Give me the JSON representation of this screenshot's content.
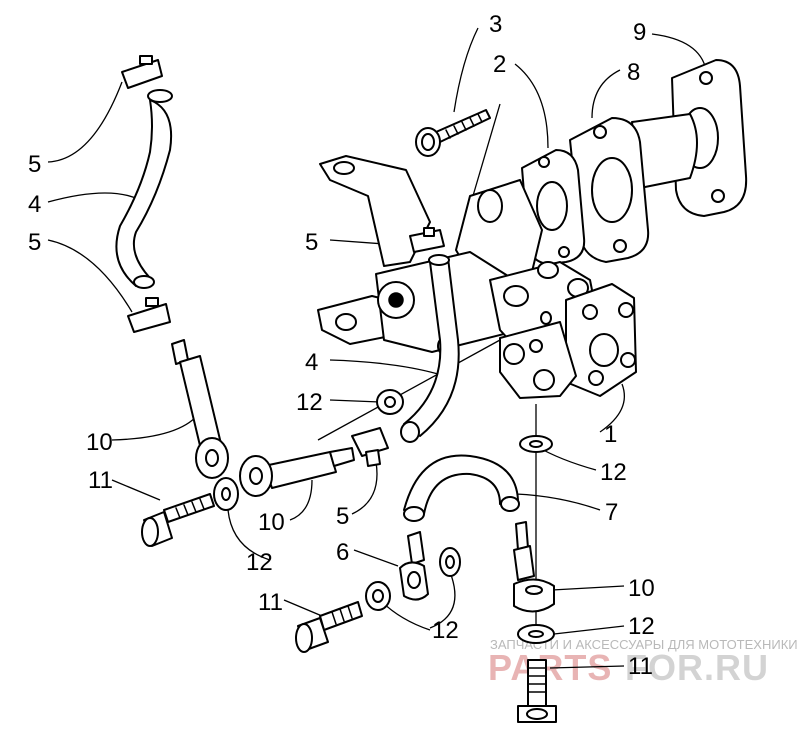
{
  "callouts": {
    "c3_top": "3",
    "c9_top": "9",
    "c2_top": "2",
    "c8_top": "8",
    "c5_left_top": "5",
    "c4_left": "4",
    "c5_left_mid": "5",
    "c5_center": "5",
    "c4_center": "4",
    "c12_center": "12",
    "c1_right": "1",
    "c10_left": "10",
    "c12_right_mid": "12",
    "c11_left": "11",
    "c7_right": "7",
    "c10_center": "10",
    "c5_lower": "5",
    "c12_left_low": "12",
    "c6_lower": "6",
    "c10_right_low": "10",
    "c11_lower": "11",
    "c12_lower": "12",
    "c12_right_low": "12",
    "c11_right_low": "11"
  },
  "watermark": {
    "tagline": "ЗАПЧАСТИ И АКСЕССУАРЫ ДЛЯ МОТОТЕХНИКИ",
    "brand_left": "PARTS",
    "brand_right": "FOR.RU"
  }
}
